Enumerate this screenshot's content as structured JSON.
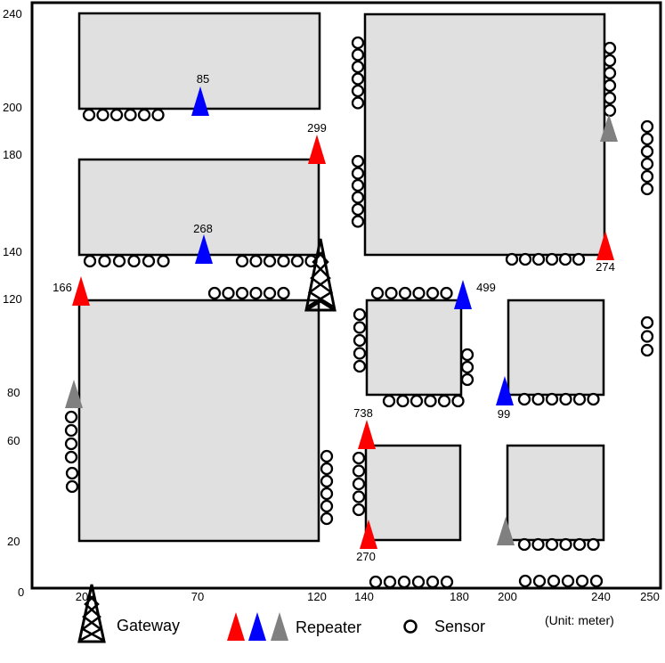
{
  "axis": {
    "x_ticks": [
      "20",
      "70",
      "120",
      "140",
      "180",
      "200",
      "240",
      "250"
    ],
    "y_ticks": [
      "240",
      "200",
      "180",
      "140",
      "120",
      "80",
      "60",
      "20",
      "0"
    ]
  },
  "repeaters": [
    {
      "label": "85",
      "color": "blue"
    },
    {
      "label": "299",
      "color": "red"
    },
    {
      "label": "268",
      "color": "blue"
    },
    {
      "label": "166",
      "color": "red"
    },
    {
      "label": "499",
      "color": "blue"
    },
    {
      "label": "274",
      "color": "red"
    },
    {
      "label": "738",
      "color": "red"
    },
    {
      "label": "99",
      "color": "blue"
    },
    {
      "label": "270",
      "color": "red"
    }
  ],
  "legend": {
    "gateway": "Gateway",
    "repeater": "Repeater",
    "sensor": "Sensor",
    "unit": "(Unit: meter)"
  },
  "colors": {
    "red": "#ff0000",
    "blue": "#0000ff",
    "gray": "#808080",
    "building": "#e0e0e0",
    "outline": "#000000"
  },
  "icons": {
    "gateway": "gateway-tower-icon",
    "repeater": "repeater-triangle-icon",
    "sensor": "sensor-circle-icon"
  }
}
